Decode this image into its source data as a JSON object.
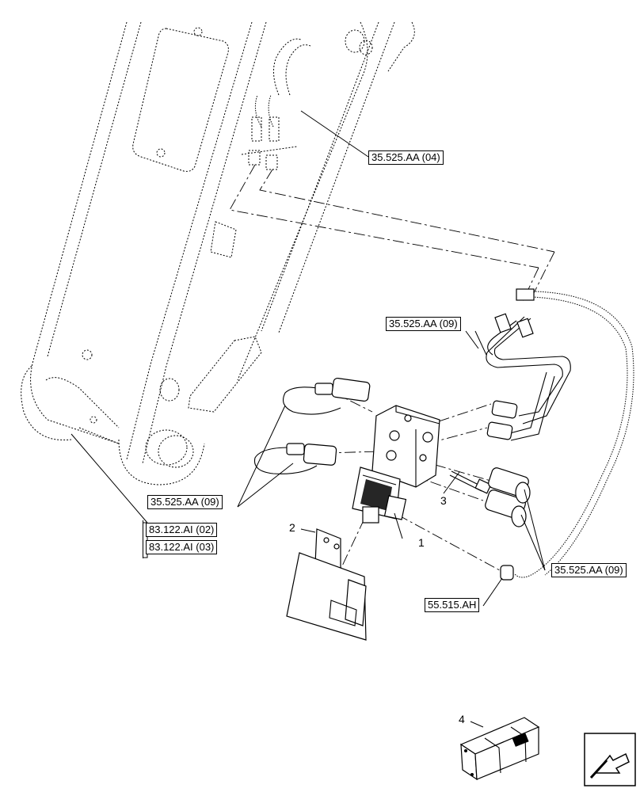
{
  "refs": {
    "r1": "35.525.AA (04)",
    "r2": "35.525.AA (09)",
    "r3": "35.525.AA (09)",
    "r4": "35.525.AA (09)",
    "r5": "83.122.AI (02)",
    "r6": "83.122.AI (03)",
    "r7": "55.515.AH"
  },
  "items": {
    "n1": "1",
    "n2": "2",
    "n3": "3",
    "n4": "4"
  },
  "icons": {
    "nav": "arrow-back-icon",
    "kit": "kit-box-icon"
  }
}
